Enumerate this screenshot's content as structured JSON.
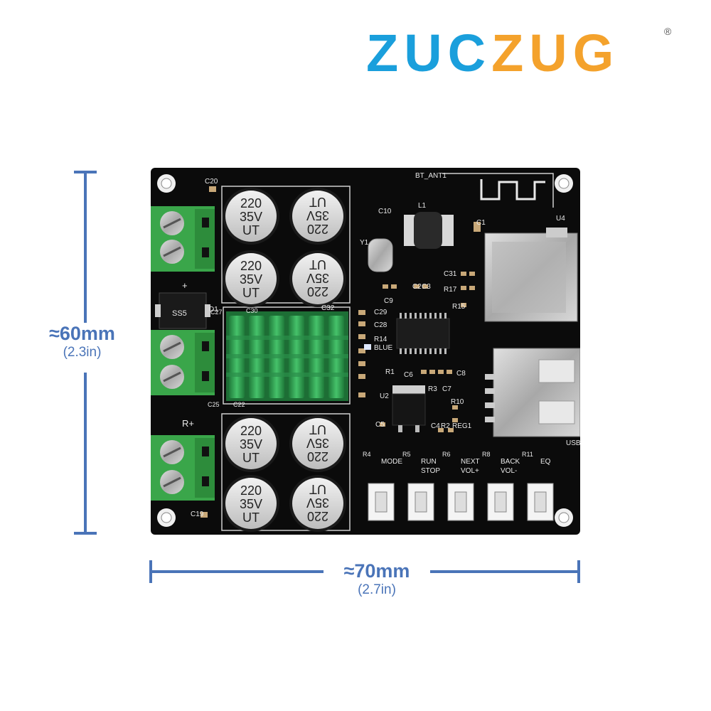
{
  "brand": {
    "part1": "ZUC",
    "part2": "ZUG",
    "registered": "®",
    "color_blue": "#1a9fdc",
    "color_orange": "#f4a22c"
  },
  "dimensions": {
    "height_main": "≈60mm",
    "height_sub": "(2.3in)",
    "width_main": "≈70mm",
    "width_sub": "(2.7in)",
    "color": "#4a74b8"
  },
  "board": {
    "antenna_label": "BT_ANT1",
    "capacitor_lines": [
      "220",
      "35V",
      "UT"
    ],
    "buttons": [
      "MODE",
      "RUN STOP",
      "NEXT VOL+",
      "BACK VOL-",
      "EQ"
    ],
    "resistor_labels": [
      "R4",
      "R5",
      "R6",
      "R8",
      "R11"
    ],
    "usb_label": "USB",
    "sd_label": "U4",
    "led_label": "BLUE",
    "diode_label": "SS5",
    "silk": {
      "c20": "C20",
      "c19": "C19",
      "c27": "C27",
      "c30": "C30",
      "c32": "C32",
      "c29": "C29",
      "c28": "C28",
      "r14": "R14",
      "r1": "R1",
      "u2": "U2",
      "c25": "C25",
      "c22": "C22",
      "c10": "C10",
      "l1": "L1",
      "c1": "C1",
      "y1": "Y1",
      "c9": "C9",
      "c2": "C2",
      "c3": "C3",
      "c31": "C31",
      "r17": "R17",
      "r15": "R15",
      "c6": "C6",
      "c8": "C8",
      "r3": "R3",
      "c7": "C7",
      "r10": "R10",
      "c5": "C5",
      "c4": "C4",
      "r2": "R2",
      "reg1": "REG1",
      "d1": "D1",
      "plus": "+",
      "r_plus": "R+"
    }
  }
}
